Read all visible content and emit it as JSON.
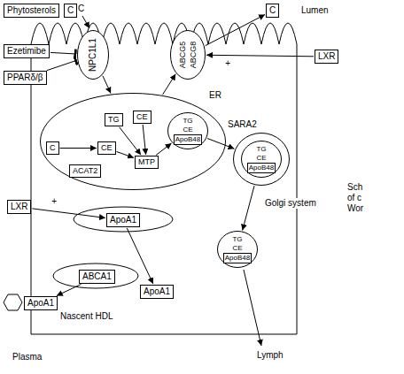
{
  "diagram": {
    "nodes": [
      {
        "text": [
          "Phytosterols"
        ]
      },
      {
        "text": [
          "C"
        ]
      },
      {
        "text": [
          "NPC1L1"
        ]
      },
      {
        "text": [
          "ABCG5",
          "ABCG8"
        ]
      },
      {
        "text": [
          "C"
        ]
      },
      {
        "text": [
          "Ezetimibe"
        ]
      },
      {
        "text": [
          "LXR"
        ]
      },
      {
        "text": [
          "PPARδ/β"
        ]
      },
      {
        "text": [
          "ER"
        ]
      },
      {
        "text": [
          "C"
        ],
        "in": 8
      },
      {
        "text": [
          "TG"
        ],
        "in": 8
      },
      {
        "text": [
          "CE"
        ],
        "in": 8
      },
      {
        "text": [
          "CE"
        ],
        "in": 8
      },
      {
        "text": [
          "ACAT2"
        ],
        "in": 8
      },
      {
        "text": [
          "MTP"
        ],
        "in": 8
      },
      {
        "text": [
          "TG",
          "CE",
          "ApoB48"
        ],
        "in": 8
      },
      {
        "text": [
          "SARA2"
        ]
      },
      {
        "text": [
          "TG",
          "CE",
          "ApoB48"
        ],
        "in": 16
      },
      {
        "text": [
          "LXR"
        ]
      },
      {
        "text": [
          "ApoA1"
        ]
      },
      {
        "text": [
          "ABCA1"
        ]
      },
      {
        "text": [
          "ApoA1"
        ]
      },
      {
        "text": [
          "ApoA1"
        ]
      },
      {
        "text": [
          "TG",
          "CE",
          "ApoB48"
        ]
      }
    ],
    "edges": [
      {
        "from": 5,
        "to": 2,
        "arrow": "to"
      },
      {
        "from": 7,
        "to": 2,
        "arrow": "to"
      },
      {
        "from": 2,
        "to": 8,
        "arrow": "to"
      },
      {
        "from": 8,
        "to": 3,
        "arrow": "to"
      },
      {
        "from": 3,
        "to": 4,
        "arrow": "to"
      },
      {
        "from": 6,
        "to": 3,
        "label": "+",
        "arrow": "to"
      },
      {
        "from": 9,
        "to": 12,
        "arrow": "to"
      },
      {
        "from": 12,
        "to": 14,
        "arrow": "to"
      },
      {
        "from": 10,
        "to": 14,
        "arrow": "to"
      },
      {
        "from": 11,
        "to": 14,
        "arrow": "to"
      },
      {
        "from": 14,
        "to": 15,
        "arrow": "to"
      },
      {
        "from": 15,
        "to": 16,
        "arrow": "to"
      },
      {
        "from": 16,
        "to": 23,
        "arrow": "to"
      },
      {
        "from": 18,
        "to": 19,
        "label": "+",
        "arrow": "to"
      },
      {
        "from": 19,
        "to": 21,
        "arrow": "to"
      },
      {
        "from": 20,
        "to": 22,
        "arrow": "to"
      }
    ],
    "labels": [
      "C",
      "Lumen",
      "Golgi system",
      "Lymph",
      "Nascent HDL",
      "Plasma",
      "Sch",
      "of c",
      "Wor"
    ]
  }
}
